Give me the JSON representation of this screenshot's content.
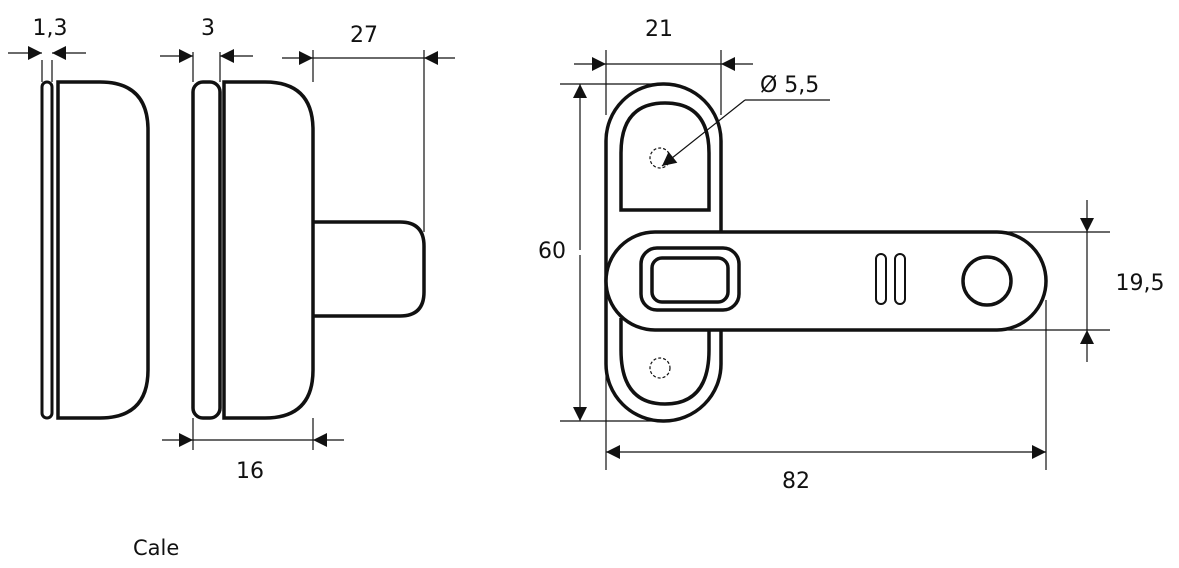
{
  "dimensions": {
    "shim_thickness": "1,3",
    "flange_thickness": "3",
    "knob_projection": "27",
    "body_depth": "16",
    "plate_width": "21",
    "hole_diameter": "Ø 5,5",
    "plate_height": "60",
    "arm_height": "19,5",
    "arm_length": "82"
  },
  "caption": "Cale",
  "colors": {
    "line": "#111111",
    "background": "#ffffff"
  }
}
